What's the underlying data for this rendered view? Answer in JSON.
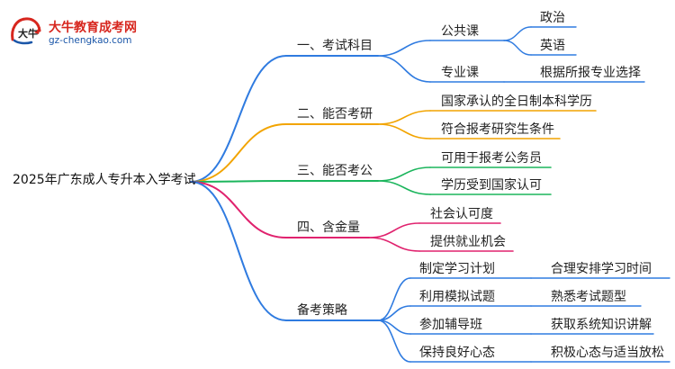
{
  "logo": {
    "title": "大牛教育成考网",
    "url": "gz-chengkao.com",
    "emblem_text": "大牛"
  },
  "root": "2025年广东成人专升本入学考试",
  "branches": [
    {
      "label": "一、考试科目",
      "color": "#2f7be0",
      "children": [
        {
          "label": "公共课",
          "children": [
            {
              "label": "政治"
            },
            {
              "label": "英语"
            }
          ]
        },
        {
          "label": "专业课",
          "children": [
            {
              "label": "根据所报专业选择"
            }
          ]
        }
      ]
    },
    {
      "label": "二、能否考研",
      "color": "#f2a400",
      "children": [
        {
          "label": "国家承认的全日制本科学历"
        },
        {
          "label": "符合报考研究生条件"
        }
      ]
    },
    {
      "label": "三、能否考公",
      "color": "#1bb55c",
      "children": [
        {
          "label": "可用于报考公务员"
        },
        {
          "label": "学历受到国家认可"
        }
      ]
    },
    {
      "label": "四、含金量",
      "color": "#e0226e",
      "children": [
        {
          "label": "社会认可度"
        },
        {
          "label": "提供就业机会"
        }
      ]
    },
    {
      "label": "备考策略",
      "color": "#2f7be0",
      "children": [
        {
          "label": "制定学习计划",
          "children": [
            {
              "label": "合理安排学习时间"
            }
          ]
        },
        {
          "label": "利用模拟试题",
          "children": [
            {
              "label": "熟悉考试题型"
            }
          ]
        },
        {
          "label": "参加辅导班",
          "children": [
            {
              "label": "获取系统知识讲解"
            }
          ]
        },
        {
          "label": "保持良好心态",
          "children": [
            {
              "label": "积极心态与适当放松"
            }
          ]
        }
      ]
    }
  ]
}
